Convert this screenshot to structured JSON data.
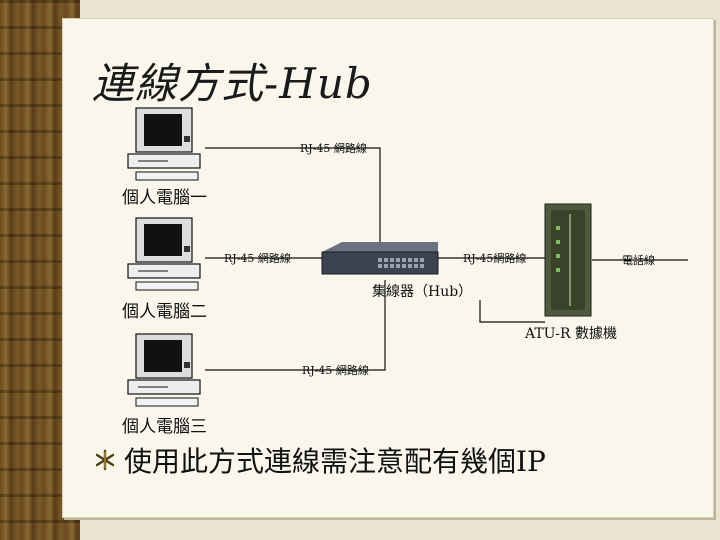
{
  "title": "連線方式-Hub",
  "labels": {
    "pc1": "個人電腦一",
    "pc2": "個人電腦二",
    "pc3": "個人電腦三",
    "cable_top": "RJ-45 網路線",
    "cable_mid_left": "RJ-45 網路線",
    "cable_mid_right": "RJ-45網路線",
    "cable_bottom": "RJ-45 網路線",
    "phone_line": "電話線",
    "hub": "集線器（Hub）",
    "modem": "ATU-R 數據機"
  },
  "bullet": {
    "icon": "asterisk-bullet-icon",
    "text": "使用此方式連線需注意配有幾個IP"
  }
}
